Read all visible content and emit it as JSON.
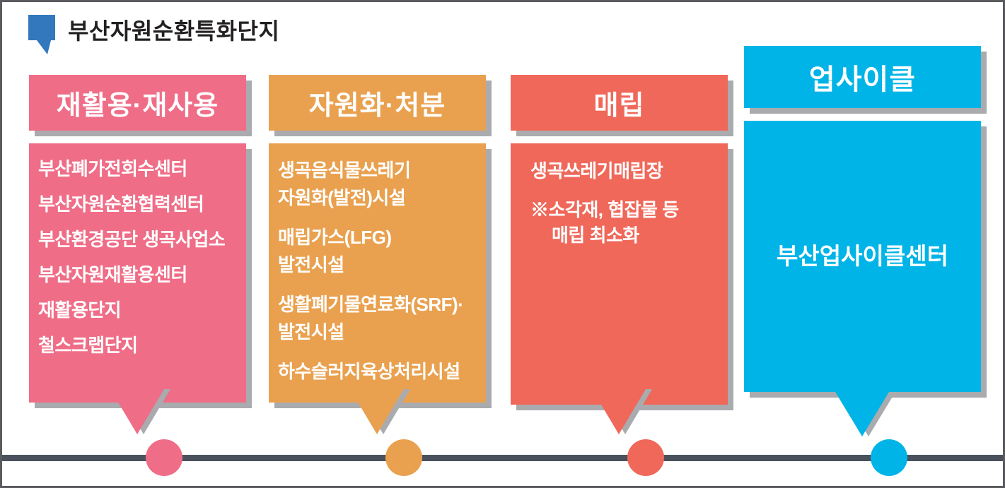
{
  "title": "부산자원순환특화단지",
  "colors": {
    "title_icon_blue": "#3377bd",
    "title_text": "#232021",
    "pink": "#ef6d87",
    "orange": "#e9a14f",
    "salmon": "#ef685a",
    "cyan": "#00b4e7",
    "shadow_gray": "#a9abae",
    "timeline_dark": "#4a515c",
    "frame_border": "#595b5e",
    "box_text": "#ffffff"
  },
  "columns": [
    {
      "id": "recycle-reuse",
      "header": "재활용·재사용",
      "color": "#ef6d87",
      "items": [
        "부산폐가전회수센터",
        "부산자원순환협력센터",
        "부산환경공단 생곡사업소",
        "부산자원재활용센터",
        "재활용단지",
        "철스크랩단지"
      ]
    },
    {
      "id": "resourcification-disposal",
      "header": "자원화·처분",
      "color": "#e9a14f",
      "items": [
        "생곡음식물쓰레기\n자원화(발전)시설",
        "매립가스(LFG)\n발전시설",
        "생활폐기물연료화(SRF)·\n발전시설",
        "하수슬러지육상처리시설"
      ]
    },
    {
      "id": "landfill",
      "header": "매립",
      "color": "#ef685a",
      "items": [
        "생곡쓰레기매립장"
      ],
      "note_line1": "※소각재, 협잡물 등",
      "note_line2": "매립 최소화"
    },
    {
      "id": "upcycle",
      "header": "업사이클",
      "color": "#00b4e7",
      "items": [
        "부산업사이클센터"
      ]
    }
  ]
}
